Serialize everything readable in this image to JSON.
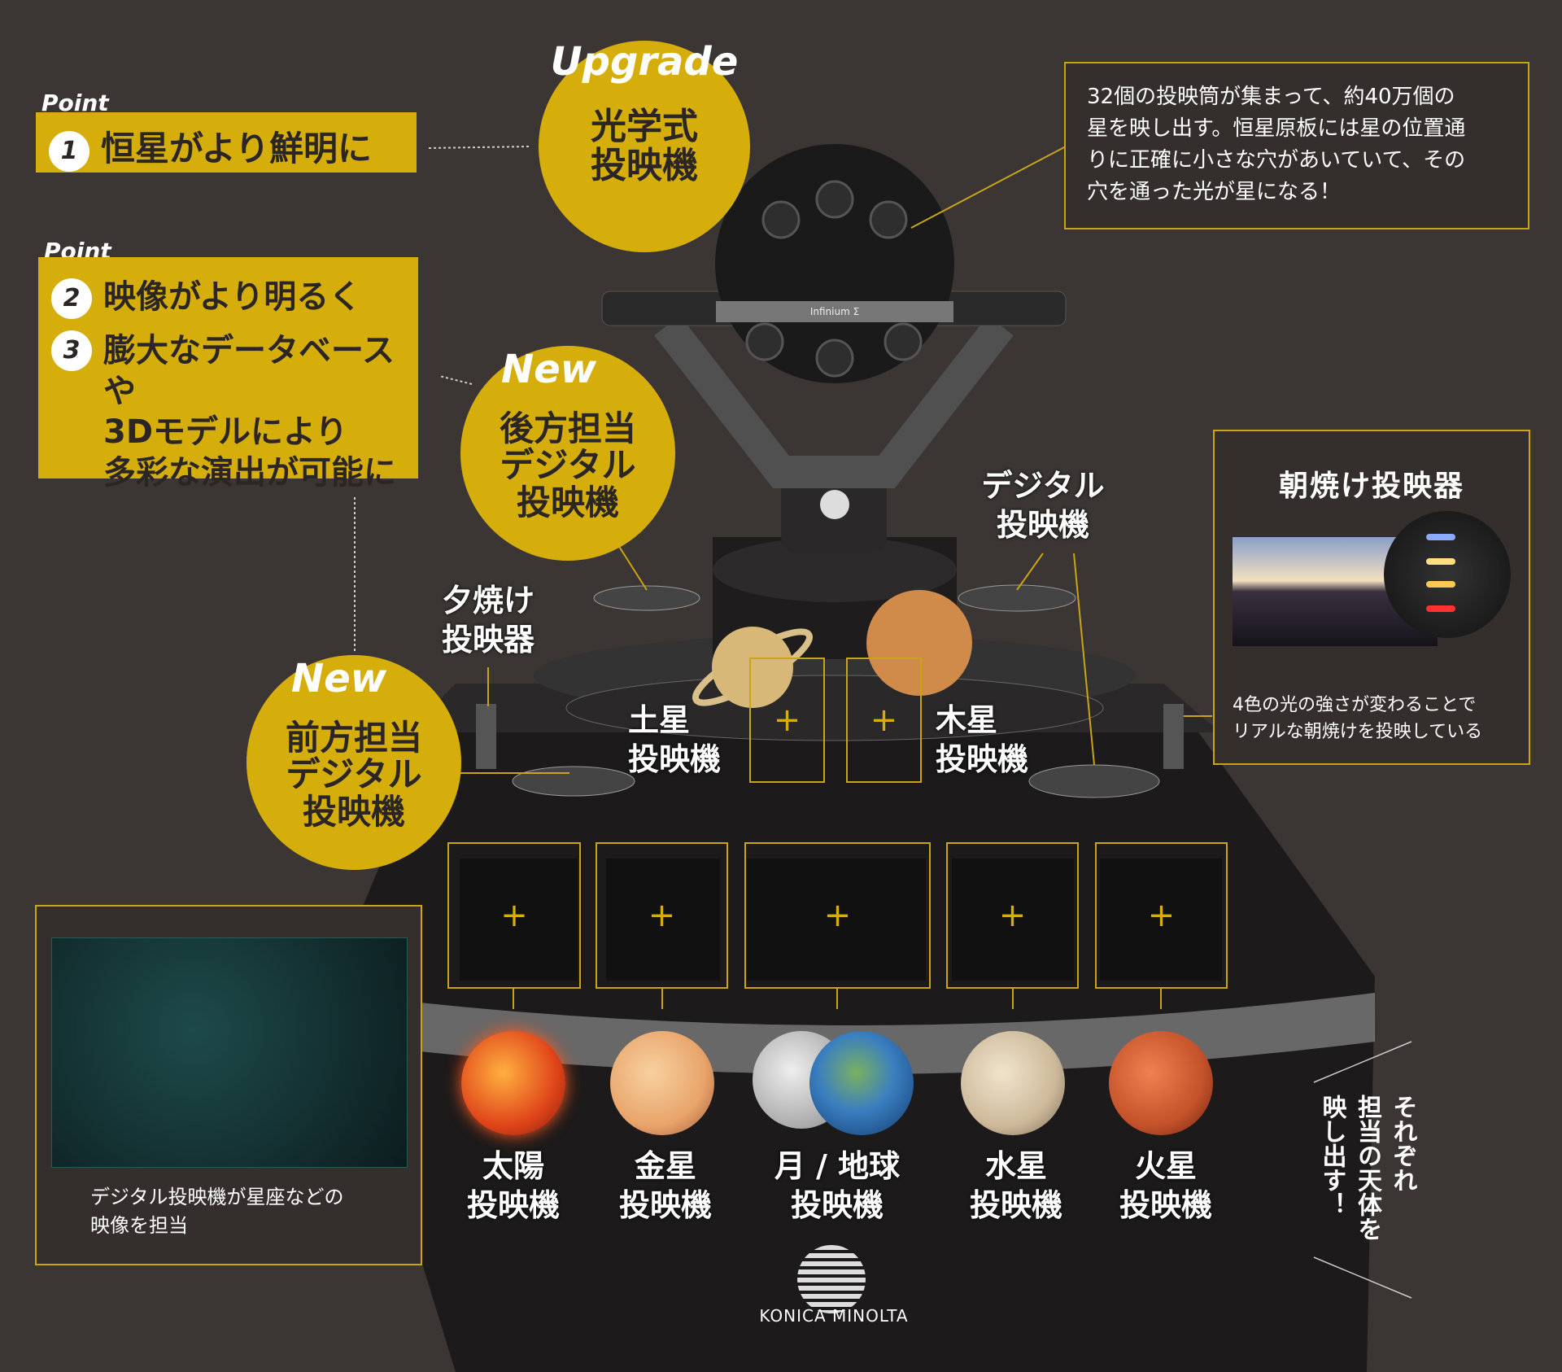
{
  "points": {
    "label": "Point",
    "items": [
      {
        "num": "1",
        "text": "恒星がより鮮明に"
      },
      {
        "num": "2",
        "text": "映像がより明るく"
      },
      {
        "num": "3",
        "text": "膨大なデータベースや3Dモデルにより多彩な演出が可能に",
        "lines": [
          "膨大なデータベースや",
          "3Dモデルにより",
          "多彩な演出が可能に"
        ]
      }
    ]
  },
  "badges": {
    "upgrade": {
      "tag": "Upgrade",
      "lines": [
        "光学式",
        "投映機"
      ]
    },
    "rear": {
      "tag": "New",
      "lines": [
        "後方担当",
        "デジタル",
        "投映機"
      ]
    },
    "front": {
      "tag": "New",
      "lines": [
        "前方担当",
        "デジタル",
        "投映機"
      ]
    }
  },
  "star_box": {
    "lines": [
      "32個の投映筒が集まって、約40万個の",
      "星を映し出す。恒星原板には星の位置通",
      "りに正確に小さな穴があいていて、その",
      "穴を通った光が星になる！"
    ]
  },
  "dawn_box": {
    "title": "朝焼け投映器",
    "lines": [
      "4色の光の強さが変わることで",
      "リアルな朝焼けを投映している"
    ]
  },
  "constellation_box": {
    "lines": [
      "デジタル投映機が星座などの",
      "映像を担当"
    ]
  },
  "labels": {
    "sunset": [
      "夕焼け",
      "投映器"
    ],
    "digital": [
      "デジタル",
      "投映機"
    ],
    "saturn": [
      "土星",
      "投映機"
    ],
    "jupiter": [
      "木星",
      "投映機"
    ]
  },
  "planets": [
    {
      "name": "太陽",
      "sub": "投映機",
      "color": "#e0451a"
    },
    {
      "name": "金星",
      "sub": "投映機",
      "color": "#e8a46a"
    },
    {
      "name": "月 / 地球",
      "sub": "投映機",
      "color": "#3a7fc0"
    },
    {
      "name": "水星",
      "sub": "投映機",
      "color": "#cdb99a"
    },
    {
      "name": "火星",
      "sub": "投映機",
      "color": "#c4522a"
    }
  ],
  "vertical_note": [
    "それぞれ",
    "担当の天体を",
    "映し出す！"
  ],
  "brand": {
    "logo": "KONICA MINOLTA",
    "sphere_text": "Infinium Σ"
  },
  "colors": {
    "accent": "#d6ae0c",
    "background": "#3b3634"
  }
}
